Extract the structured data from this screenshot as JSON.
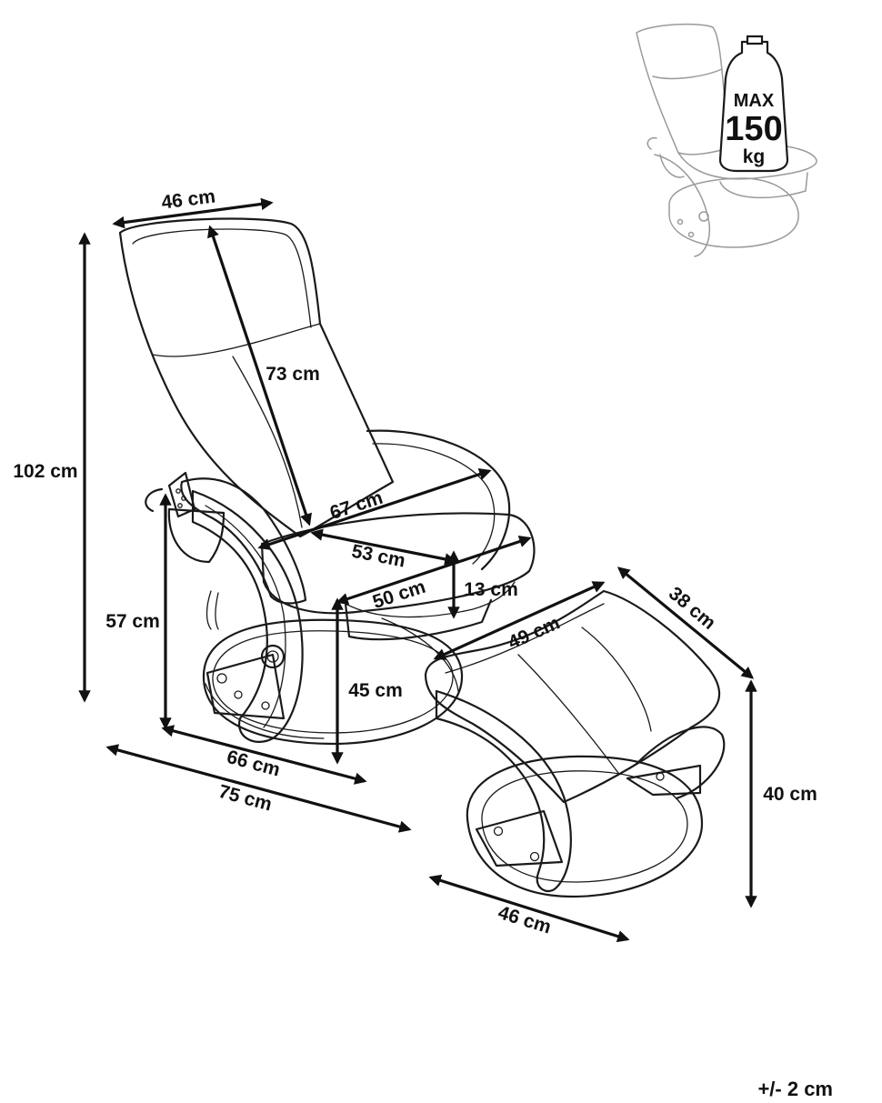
{
  "dimensions": {
    "backrest_width": "46 cm",
    "backrest_height": "73 cm",
    "total_height": "102 cm",
    "seat_width": "67 cm",
    "seat_depth": "53 cm",
    "seat_depth_front": "50 cm",
    "seat_cushion_thickness": "13 cm",
    "armrest_height": "57 cm",
    "seat_height": "45 cm",
    "base_depth": "66 cm",
    "total_depth": "75 cm",
    "ottoman_length": "49 cm",
    "ottoman_width": "38 cm",
    "ottoman_height": "40 cm",
    "ottoman_base_width": "46 cm"
  },
  "max_load": {
    "label": "MAX",
    "value": "150",
    "unit": "kg"
  },
  "tolerance": "+/- 2 cm"
}
